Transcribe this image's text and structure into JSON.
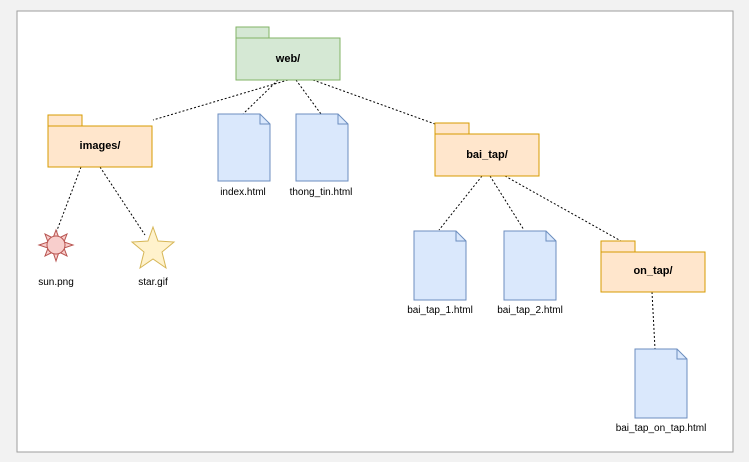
{
  "colors": {
    "background": "#f2f2f2",
    "canvas": "#ffffff",
    "canvas_border": "#9e9e9e",
    "folder_green_fill": "#d5e8d4",
    "folder_green_stroke": "#82b366",
    "folder_orange_fill": "#ffe6cc",
    "folder_orange_stroke": "#d79b00",
    "file_fill": "#dae8fc",
    "file_stroke": "#6c8ebf",
    "sun_fill": "#f8cecc",
    "sun_stroke": "#b85450",
    "star_fill": "#fff2cc",
    "star_stroke": "#d6b656",
    "connector": "#000000"
  },
  "folders": {
    "web": "web/",
    "images": "images/",
    "bai_tap": "bai_tap/",
    "on_tap": "on_tap/"
  },
  "files": {
    "index": "index.html",
    "thong_tin": "thong_tin.html",
    "bai_tap_1": "bai_tap_1.html",
    "bai_tap_2": "bai_tap_2.html",
    "bai_tap_on_tap": "bai_tap_on_tap.html",
    "sun": "sun.png",
    "star": "star.gif"
  },
  "icons": {
    "folder": "folder-icon",
    "file": "html-file-icon",
    "sun": "sun-icon",
    "star": "star-icon"
  }
}
